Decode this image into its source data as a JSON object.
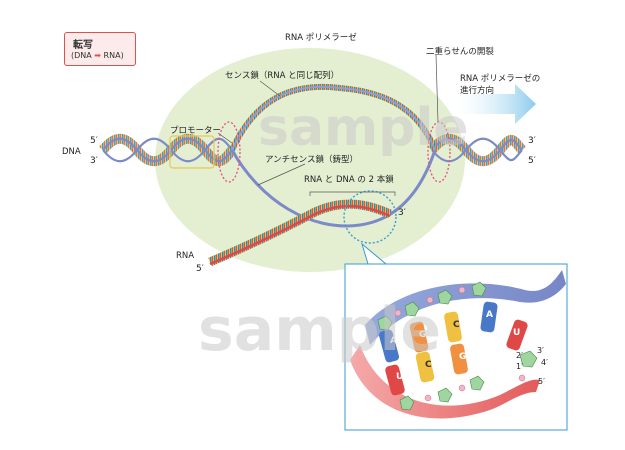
{
  "legend": {
    "title": "転写",
    "left_label": "(DNA",
    "arrow_glyph": "➡",
    "right_label": "RNA)"
  },
  "labels": {
    "polymerase": "RNA ポリメラーゼ",
    "sense": "センス鎖（RNA と同じ配列）",
    "promoter": "プロモーター",
    "antisense": "アンチセンス鎖（鋳型）",
    "rna_dna": "RNA と DNA の 2 本鎖",
    "unwinding": "二重らせんの開裂",
    "direction_line1": "RNA ポリメラーゼの",
    "direction_line2": "進行方向",
    "dna": "DNA",
    "rna": "RNA"
  },
  "primes": {
    "dna_left_top": "5′",
    "dna_left_bottom": "3′",
    "dna_right_top": "3′",
    "dna_right_bottom": "5′",
    "rna_growing_end": "3′",
    "rna_start": "5′",
    "inset_two": "2′",
    "inset_one": "1′",
    "inset_three": "3′",
    "inset_four": "4′",
    "inset_five": "5′"
  },
  "inset_bases": [
    "A",
    "U",
    "G",
    "C",
    "C",
    "G",
    "A",
    "U"
  ],
  "watermark": "sample",
  "colors": {
    "ellipse_fill": "#e4efd2",
    "dna_blue": "#7d8ac8",
    "rna_red": "#e04848",
    "base_a": "#4a78c8",
    "base_u": "#e04848",
    "base_g": "#f0c040",
    "base_c": "#f09040",
    "direction_arrow": "#9cd2ec",
    "highlight_circle": "#e05080",
    "dotted_circle": "#3a9ad0"
  }
}
